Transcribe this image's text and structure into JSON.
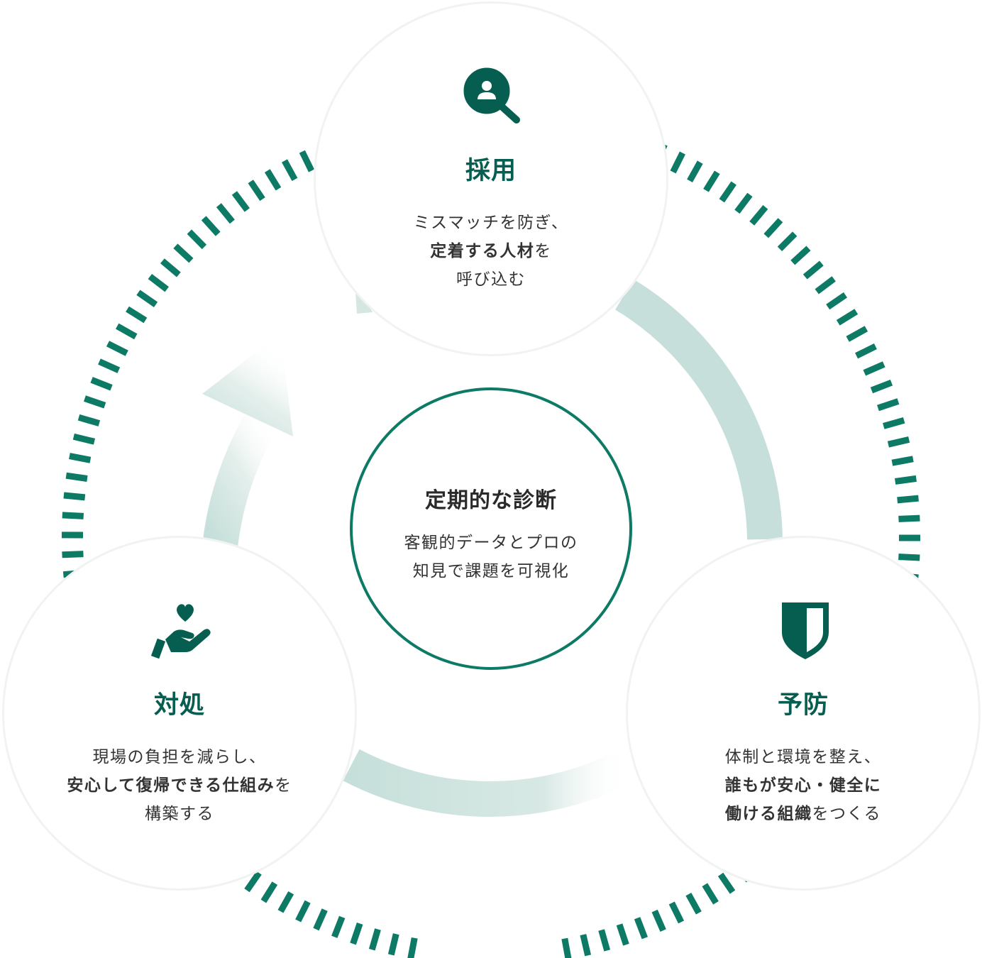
{
  "colors": {
    "accent": "#0d7a66",
    "accent_dark": "#055e4f",
    "arrow_fill": "#c6dfda",
    "node_border": "#f1f3f3",
    "text": "#333333"
  },
  "center": {
    "title": "定期的な診断",
    "desc": [
      "客観的データとプロの",
      "知見で課題を可視化"
    ]
  },
  "nodes": {
    "recruit": {
      "icon": "person-search-icon",
      "title": "採用",
      "lines": [
        {
          "pre": "ミスマッチを防ぎ、",
          "bold": "",
          "post": ""
        },
        {
          "pre": "",
          "bold": "定着する人材",
          "post": "を"
        },
        {
          "pre": "呼び込む",
          "bold": "",
          "post": ""
        }
      ]
    },
    "response": {
      "icon": "heart-hand-icon",
      "title": "対処",
      "lines": [
        {
          "pre": "現場の負担を減らし、",
          "bold": "",
          "post": ""
        },
        {
          "pre": "",
          "bold": "安心して復帰できる仕組み",
          "post": "を"
        },
        {
          "pre": "構築する",
          "bold": "",
          "post": ""
        }
      ]
    },
    "prevention": {
      "icon": "shield-icon",
      "title": "予防",
      "lines": [
        {
          "pre": "体制と環境を整え、",
          "bold": "",
          "post": ""
        },
        {
          "pre": "",
          "bold": "誰もが安心・健全に",
          "post": ""
        },
        {
          "pre": "",
          "bold": "働ける組織",
          "post": "をつくる"
        }
      ]
    }
  }
}
